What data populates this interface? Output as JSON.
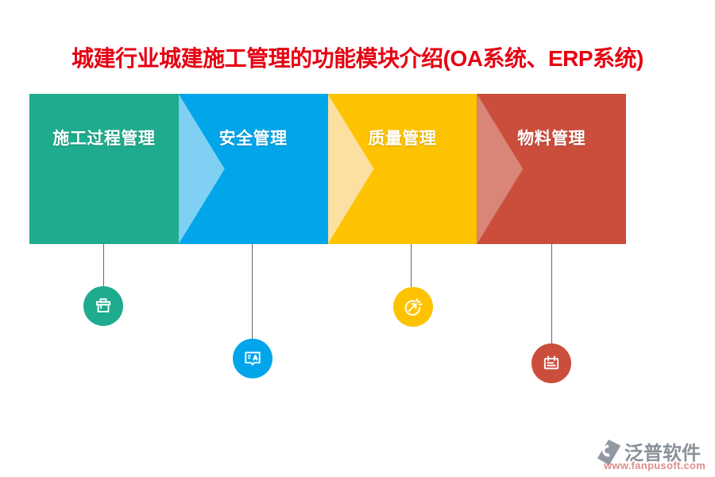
{
  "title": {
    "text": "城建行业城建施工管理的功能模块介绍(OA系统、ERP系统)",
    "color": "#e60012"
  },
  "blocks": [
    {
      "label": "施工过程管理",
      "color": "#1fac8e",
      "chevron_color": null,
      "icon": "store-icon"
    },
    {
      "label": "安全管理",
      "color": "#00a6e9",
      "chevron_color": "#7fd0f3",
      "icon": "translate-bubble-icon"
    },
    {
      "label": "质量管理",
      "color": "#fdc301",
      "chevron_color": "#fbe0a2",
      "icon": "speedup-icon"
    },
    {
      "label": "物料管理",
      "color": "#cb4e3c",
      "chevron_color": "#d98578",
      "icon": "calendar-icon"
    }
  ],
  "connector_color": "#666666",
  "footer": {
    "brand": "泛普软件",
    "brand_color": "#8a9199",
    "url": "www.fanpusoft.com",
    "url_color": "#dd8e8a",
    "logo_color": "#9298a1"
  }
}
